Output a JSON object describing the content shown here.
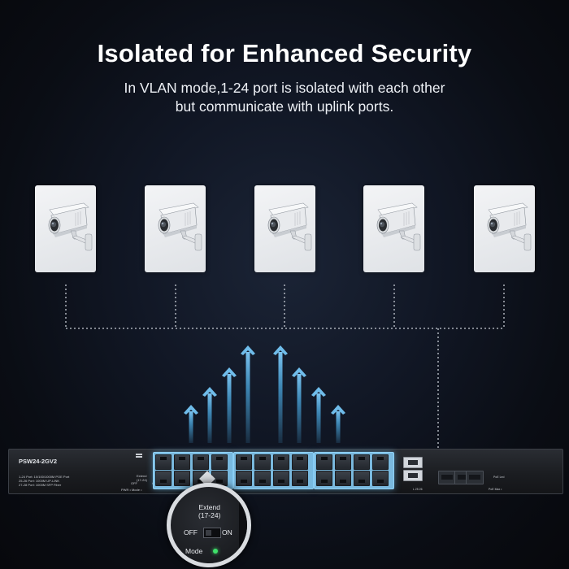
{
  "heading": {
    "title": "Isolated for Enhanced Security",
    "subtitle_line1": "In VLAN mode,1-24 port is isolated with each other",
    "subtitle_line2": "but communicate with uplink ports."
  },
  "cameras": [
    {
      "icon": "cctv-camera-icon"
    },
    {
      "icon": "cctv-camera-icon"
    },
    {
      "icon": "cctv-camera-icon"
    },
    {
      "icon": "cctv-camera-icon"
    },
    {
      "icon": "cctv-camera-icon"
    }
  ],
  "switch": {
    "model": "PSW24-2GV2",
    "spec_line1": "1-24 Port: 10/100/1000M POE Port",
    "spec_line2": "25-26 Port: 1000M UP-LINK",
    "spec_line3": "27-28 Port: 1000M SFP Fiber",
    "extend_label": "Extend\n(17-24)",
    "off_label": "OFF",
    "on_label": "ON",
    "pwr_mode_label": "PWR •  Mode •",
    "poe_led_label": "PoE Led",
    "poe_max_label": "PoE Max •",
    "link_label": "L  25  26"
  },
  "callout": {
    "extend_line1": "Extend",
    "extend_line2": "(17-24)",
    "off_label": "OFF",
    "on_label": "ON",
    "mode_label": "Mode"
  },
  "colors": {
    "accent_blue": "#4aa8e0",
    "port_highlight": "#7ab9de",
    "background": "#0b0d12",
    "mode_led": "#3fe06a"
  }
}
